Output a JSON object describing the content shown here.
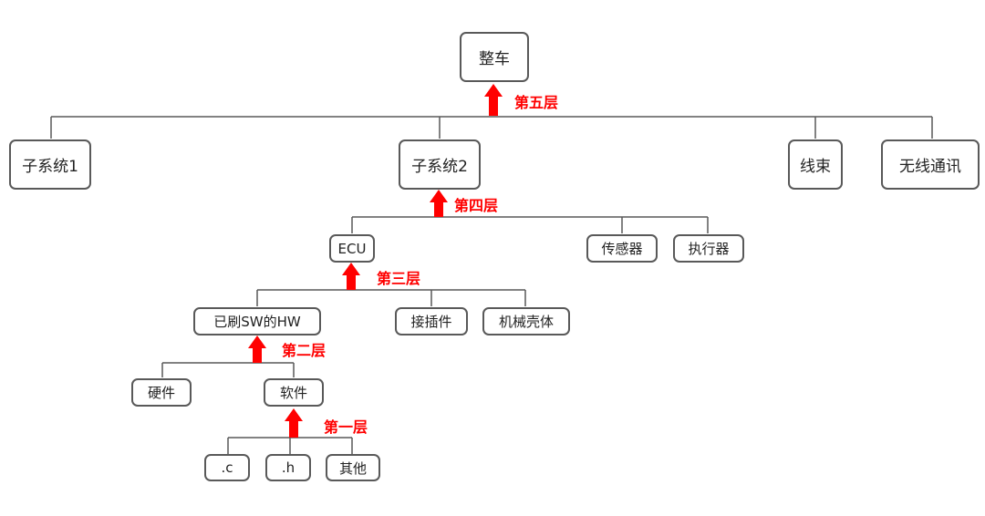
{
  "nodes": {
    "vehicle": "整车",
    "subsystem1": "子系统1",
    "subsystem2": "子系统2",
    "harness": "线束",
    "wireless": "无线通讯",
    "ecu": "ECU",
    "sensor": "传感器",
    "actuator": "执行器",
    "hw_with_sw": "已刷SW的HW",
    "connector": "接插件",
    "housing": "机械壳体",
    "hardware": "硬件",
    "software": "软件",
    "c_file": ".c",
    "h_file": ".h",
    "other": "其他"
  },
  "layers": {
    "l5": "第五层",
    "l4": "第四层",
    "l3": "第三层",
    "l2": "第二层",
    "l1": "第一层"
  },
  "colors": {
    "line": "#595959",
    "arrow": "#ff0000",
    "label": "#ff0000"
  }
}
